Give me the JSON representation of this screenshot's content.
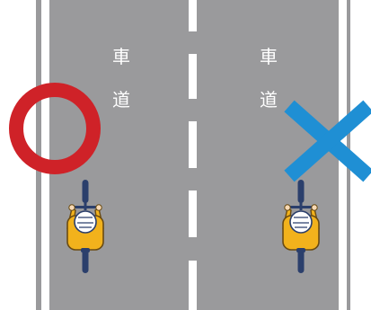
{
  "labels": {
    "left_lane_char_1": "車",
    "left_lane_char_2": "道",
    "right_lane_char_1": "車",
    "right_lane_char_2": "道"
  },
  "marks": {
    "correct": "circle-mark-icon",
    "wrong": "cross-mark-icon"
  },
  "colors": {
    "road": "#9a9a9c",
    "lane_line": "#ffffff",
    "circle_mark": "#cf2228",
    "cross_mark": "#1f8fd4",
    "rider_jacket": "#f2b21c",
    "bicycle": "#2b3f6c"
  }
}
